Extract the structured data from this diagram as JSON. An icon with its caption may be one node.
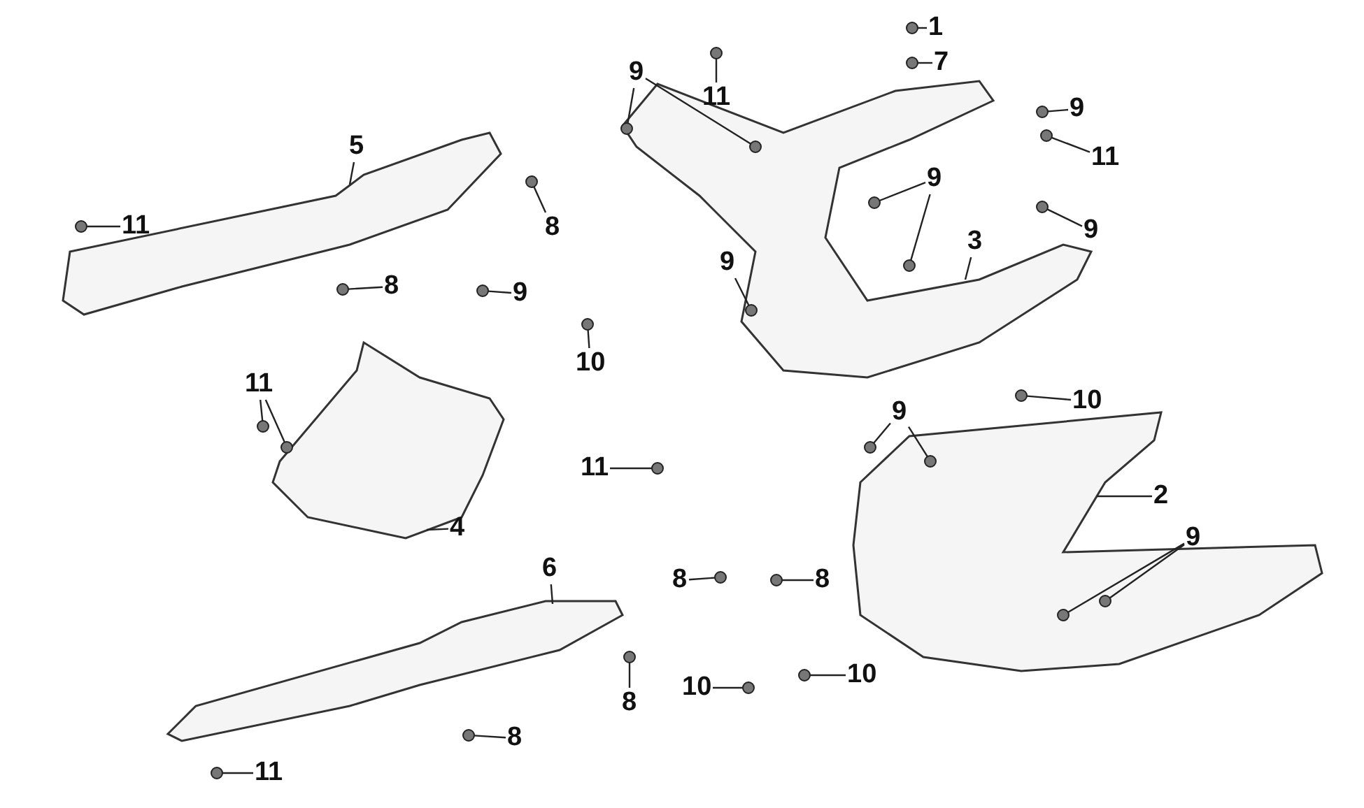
{
  "diagram": {
    "nodes": [
      {
        "text": [
          "1"
        ]
      },
      {
        "text": [
          "7"
        ]
      },
      {
        "text": [
          "9"
        ]
      },
      {
        "text": [
          "11"
        ]
      },
      {
        "text": [
          "9"
        ]
      },
      {
        "text": [
          "11"
        ]
      },
      {
        "text": [
          "5"
        ]
      },
      {
        "text": [
          "9"
        ]
      },
      {
        "text": [
          "11"
        ]
      },
      {
        "text": [
          "8"
        ]
      },
      {
        "text": [
          "9"
        ]
      },
      {
        "text": [
          "3"
        ]
      },
      {
        "text": [
          "8"
        ]
      },
      {
        "text": [
          "9"
        ]
      },
      {
        "text": [
          "9"
        ]
      },
      {
        "text": [
          "10"
        ]
      },
      {
        "text": [
          "10"
        ]
      },
      {
        "text": [
          "11"
        ]
      },
      {
        "text": [
          "9"
        ]
      },
      {
        "text": [
          "11"
        ]
      },
      {
        "text": [
          "2"
        ]
      },
      {
        "text": [
          "4"
        ]
      },
      {
        "text": [
          "9"
        ]
      },
      {
        "text": [
          "6"
        ]
      },
      {
        "text": [
          "8"
        ]
      },
      {
        "text": [
          "8"
        ]
      },
      {
        "text": [
          "10"
        ]
      },
      {
        "text": [
          "10"
        ]
      },
      {
        "text": [
          "8"
        ]
      },
      {
        "text": [
          "8"
        ]
      },
      {
        "text": [
          "11"
        ]
      },
      {
        "text": [],
        "shape": "picture"
      },
      {
        "text": [],
        "shape": "picture"
      },
      {
        "text": [],
        "shape": "picture"
      },
      {
        "text": [],
        "shape": "picture"
      },
      {
        "text": [],
        "shape": "picture"
      },
      {
        "text": [],
        "shape": "circle"
      },
      {
        "text": [],
        "shape": "circle"
      },
      {
        "text": [],
        "shape": "circle",
        "in": 32
      },
      {
        "text": [],
        "shape": "circle",
        "in": 32
      },
      {
        "text": [],
        "shape": "circle"
      },
      {
        "text": [],
        "shape": "circle"
      },
      {
        "text": [],
        "shape": "circle"
      },
      {
        "text": [],
        "shape": "circle"
      },
      {
        "text": [],
        "shape": "circle"
      },
      {
        "text": [],
        "shape": "circle"
      },
      {
        "text": [],
        "shape": "circle"
      },
      {
        "text": [],
        "shape": "circle"
      },
      {
        "text": [],
        "shape": "circle"
      },
      {
        "text": [],
        "shape": "circle"
      },
      {
        "text": [],
        "shape": "circle",
        "in": 32
      },
      {
        "text": [],
        "shape": "circle"
      },
      {
        "text": [],
        "shape": "circle"
      },
      {
        "text": [],
        "shape": "circle"
      },
      {
        "text": [],
        "shape": "circle"
      },
      {
        "text": [],
        "shape": "circle"
      },
      {
        "text": [],
        "shape": "circle",
        "in": 34
      },
      {
        "text": [],
        "shape": "circle"
      },
      {
        "text": [],
        "shape": "circle",
        "in": 34
      },
      {
        "text": [],
        "shape": "circle",
        "in": 34
      },
      {
        "text": [],
        "shape": "circle"
      },
      {
        "text": [],
        "shape": "circle"
      },
      {
        "text": [],
        "shape": "circle"
      },
      {
        "text": [],
        "shape": "circle"
      },
      {
        "text": [],
        "shape": "circle"
      },
      {
        "text": [],
        "shape": "circle"
      },
      {
        "text": [],
        "shape": "circle"
      }
    ],
    "edges": [
      {
        "from": 0,
        "to": 36,
        "arrow": "none"
      },
      {
        "from": 1,
        "to": 37,
        "arrow": "none"
      },
      {
        "from": 2,
        "to": 38,
        "arrow": "none"
      },
      {
        "from": 2,
        "to": 39,
        "arrow": "none"
      },
      {
        "from": 3,
        "to": 40,
        "arrow": "none"
      },
      {
        "from": 4,
        "to": 41,
        "arrow": "none"
      },
      {
        "from": 5,
        "to": 42,
        "arrow": "none"
      },
      {
        "from": 6,
        "to": 31,
        "arrow": "none"
      },
      {
        "from": 7,
        "to": 43,
        "arrow": "none"
      },
      {
        "from": 7,
        "to": 44,
        "arrow": "none"
      },
      {
        "from": 8,
        "to": 45,
        "arrow": "none"
      },
      {
        "from": 9,
        "to": 46,
        "arrow": "none"
      },
      {
        "from": 10,
        "to": 47,
        "arrow": "none"
      },
      {
        "from": 11,
        "to": 32,
        "arrow": "none"
      },
      {
        "from": 12,
        "to": 48,
        "arrow": "none"
      },
      {
        "from": 13,
        "to": 49,
        "arrow": "none"
      },
      {
        "from": 14,
        "to": 50,
        "arrow": "none"
      },
      {
        "from": 15,
        "to": 51,
        "arrow": "none"
      },
      {
        "from": 16,
        "to": 52,
        "arrow": "none"
      },
      {
        "from": 17,
        "to": 53,
        "arrow": "none"
      },
      {
        "from": 17,
        "to": 54,
        "arrow": "none"
      },
      {
        "from": 18,
        "to": 55,
        "arrow": "none"
      },
      {
        "from": 18,
        "to": 56,
        "arrow": "none"
      },
      {
        "from": 19,
        "to": 57,
        "arrow": "none"
      },
      {
        "from": 20,
        "to": 34,
        "arrow": "none"
      },
      {
        "from": 21,
        "to": 33,
        "arrow": "none"
      },
      {
        "from": 22,
        "to": 58,
        "arrow": "none"
      },
      {
        "from": 22,
        "to": 59,
        "arrow": "none"
      },
      {
        "from": 23,
        "to": 35,
        "arrow": "none"
      },
      {
        "from": 24,
        "to": 60,
        "arrow": "none"
      },
      {
        "from": 25,
        "to": 61,
        "arrow": "none"
      },
      {
        "from": 26,
        "to": 62,
        "arrow": "none"
      },
      {
        "from": 27,
        "to": 63,
        "arrow": "none"
      },
      {
        "from": 28,
        "to": 64,
        "arrow": "none"
      },
      {
        "from": 29,
        "to": 65,
        "arrow": "none"
      },
      {
        "from": 30,
        "to": 66,
        "arrow": "none"
      }
    ]
  }
}
